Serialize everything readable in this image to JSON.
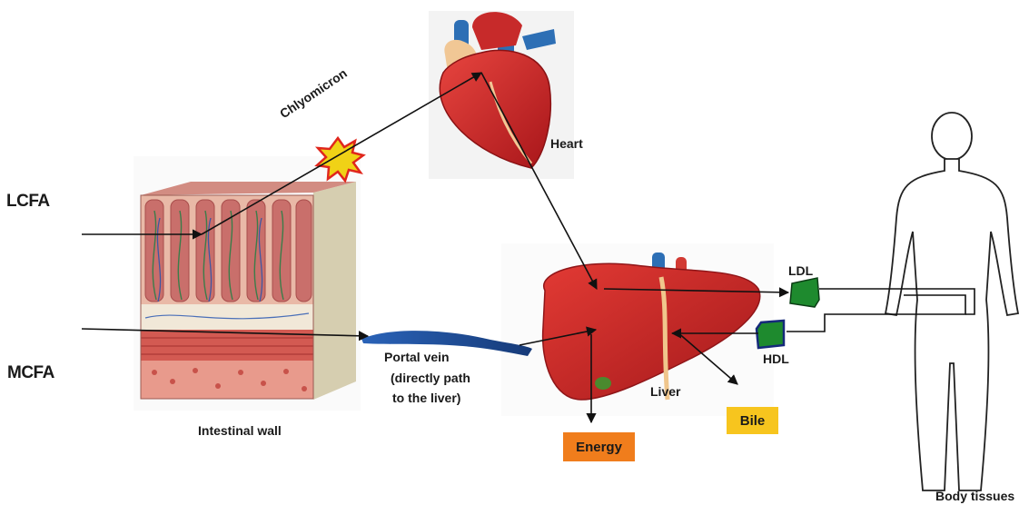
{
  "labels": {
    "lcfa": "LCFA",
    "mcfa": "MCFA",
    "chylomicron": "Chlyomicron",
    "heart": "Heart",
    "intestinal_wall": "Intestinal wall",
    "portal_vein_line1": "Portal vein",
    "portal_vein_line2": "(directly path",
    "portal_vein_line3": "to the liver)",
    "liver": "Liver",
    "ldl": "LDL",
    "hdl": "HDL",
    "body_tissues": "Body tissues"
  },
  "boxes": {
    "energy": {
      "label": "Energy",
      "color": "#f07d1c"
    },
    "bile": {
      "label": "Bile",
      "color": "#f7c51e"
    }
  },
  "colors": {
    "heart_red": "#d8262a",
    "liver_red": "#cf2b2b",
    "portal_vein": "#1f4f9c",
    "lipoprotein_green": "#1e8a2e",
    "burst": "#f0d216"
  }
}
